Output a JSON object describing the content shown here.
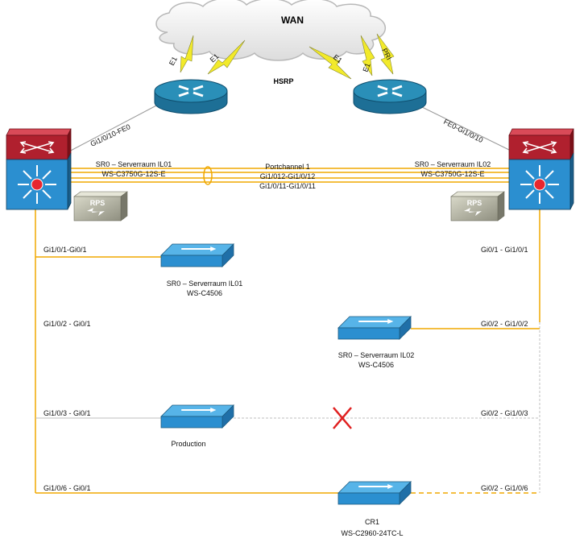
{
  "colors": {
    "link": "#f0a800",
    "thin_link": "#bfbfbf",
    "router_blue": "#2a8fb8",
    "switch_blue": "#2b8fd0",
    "core_red": "#b0202e",
    "x_mark": "#e02020",
    "lightning": "#f2ea2a"
  },
  "cloud": {
    "label": "WAN"
  },
  "hsrp": {
    "label": "HSRP"
  },
  "wan_links": [
    "E1",
    "E1",
    "E1",
    "E1",
    "PRI"
  ],
  "router_links": {
    "left": "Gi1/0/10-FE0",
    "right": "FE0-Gi1/0/10"
  },
  "core_left": {
    "name": "SR0 – Serverraum IL01",
    "model": "WS-C3750G-12S-E"
  },
  "core_right": {
    "name": "SR0 – Serverraum IL02",
    "model": "WS-C3750G-12S-E"
  },
  "rps": {
    "left": "RPS",
    "right": "RPS"
  },
  "portchannel": {
    "title": "Portchannel 1",
    "line1": "Gi1/012-Gi1/0/12",
    "line2": "Gi1/0/11-Gi1/0/11"
  },
  "switch_il01": {
    "name": "SR0 – Serverraum IL01",
    "model": "WS-C4506"
  },
  "switch_il02": {
    "name": "SR0 – Serverraum IL02",
    "model": "WS-C4506"
  },
  "switch_production": {
    "name": "Production"
  },
  "switch_cr1": {
    "name": "CR1",
    "model": "WS-C2960-24TC-L"
  },
  "port_labels": {
    "l1": "Gi1/0/1-Gi0/1",
    "l2": "Gi1/0/2 - Gi0/1",
    "l3": "Gi1/0/3 - Gi0/1",
    "l4": "Gi1/0/6 - Gi0/1",
    "r1": "Gi0/1 - Gi1/0/1",
    "r2": "Gi0/2 - Gi1/0/2",
    "r3": "Gi0/2 - Gi1/0/3",
    "r4": "Gi0/2 - Gi1/0/6"
  }
}
